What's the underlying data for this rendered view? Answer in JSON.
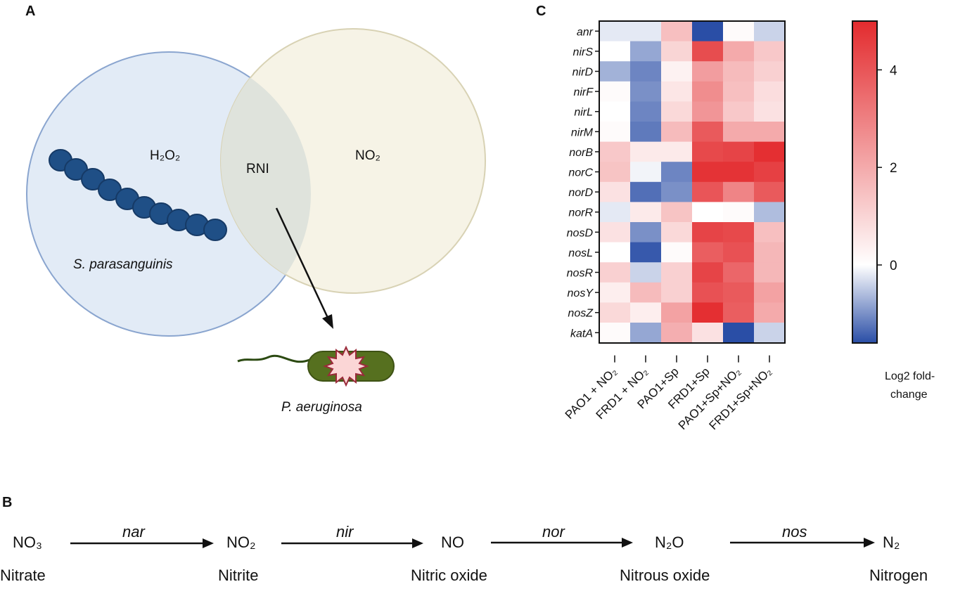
{
  "panels": {
    "a": "A",
    "b": "B",
    "c": "C"
  },
  "venn": {
    "h2o2": "H₂O₂",
    "rni": "RNI",
    "no2": "NO₂",
    "s_parasanguinis": "S. parasanguinis",
    "p_aeruginosa": "P. aeruginosa"
  },
  "pathway": {
    "compounds": [
      {
        "formula": "NO₃",
        "name": "Nitrate"
      },
      {
        "formula": "NO₂",
        "name": "Nitrite"
      },
      {
        "formula": "NO",
        "name": "Nitric oxide"
      },
      {
        "formula": "N₂O",
        "name": "Nitrous oxide"
      },
      {
        "formula": "N₂",
        "name": "Nitrogen"
      }
    ],
    "enzymes": [
      "nar",
      "nir",
      "nor",
      "nos"
    ]
  },
  "chart_data": {
    "type": "heatmap",
    "genes": [
      "anr",
      "nirS",
      "nirD",
      "nirF",
      "nirL",
      "nirM",
      "norB",
      "norC",
      "norD",
      "norR",
      "nosD",
      "nosL",
      "nosR",
      "nosY",
      "nosZ",
      "katA"
    ],
    "conditions": [
      "PAO1 + NO₂",
      "FRD1 + NO₂",
      "PAO1+Sp",
      "FRD1+Sp",
      "PAO1+Sp+NO₂",
      "FRD1+Sp+NO₂"
    ],
    "values": [
      [
        -0.2,
        -0.2,
        1.5,
        -1.6,
        0.1,
        -0.4
      ],
      [
        0.0,
        -0.8,
        1.0,
        4.2,
        2.0,
        1.3
      ],
      [
        -0.7,
        -1.1,
        0.3,
        2.3,
        1.6,
        1.1
      ],
      [
        0.1,
        -1.0,
        0.6,
        2.7,
        1.5,
        0.8
      ],
      [
        0.0,
        -1.1,
        0.9,
        2.5,
        1.3,
        0.7
      ],
      [
        0.1,
        -1.2,
        1.6,
        3.9,
        2.0,
        2.0
      ],
      [
        1.3,
        0.5,
        0.5,
        4.3,
        4.4,
        4.9
      ],
      [
        1.4,
        -0.1,
        -1.1,
        4.8,
        4.8,
        4.5
      ],
      [
        0.7,
        -1.3,
        -1.0,
        4.0,
        2.9,
        3.9
      ],
      [
        -0.2,
        0.5,
        1.4,
        0.0,
        0.1,
        -0.6
      ],
      [
        0.7,
        -1.0,
        0.9,
        4.4,
        4.3,
        1.5
      ],
      [
        0.0,
        -1.5,
        0.1,
        3.8,
        4.1,
        1.7
      ],
      [
        1.1,
        -0.4,
        1.1,
        4.4,
        3.6,
        1.7
      ],
      [
        0.4,
        1.6,
        1.1,
        4.1,
        3.9,
        2.2
      ],
      [
        0.9,
        0.4,
        2.2,
        4.9,
        3.8,
        2.0
      ],
      [
        0.1,
        -0.8,
        1.9,
        0.7,
        -1.6,
        -0.4
      ]
    ],
    "colorbar": {
      "label": "Log2 fold-\nchange",
      "label_lines": [
        "Log2 fold-",
        "change"
      ],
      "ticks": [
        0,
        2,
        4
      ],
      "range": [
        -1.6,
        5
      ],
      "colors": {
        "low": "#2a4ea6",
        "mid": "#ffffff",
        "high": "#e32b2e"
      }
    }
  },
  "colors": {
    "circle_left_fill": "#e2ebf6",
    "circle_left_stroke": "#8aa5cf",
    "circle_right_fill": "#f6f3e6",
    "circle_right_stroke": "#d8d2b4",
    "overlap_fill": "#dfe3dc",
    "bacterium_blue": "#1f4f86",
    "bacterium_green": "#56701f"
  }
}
